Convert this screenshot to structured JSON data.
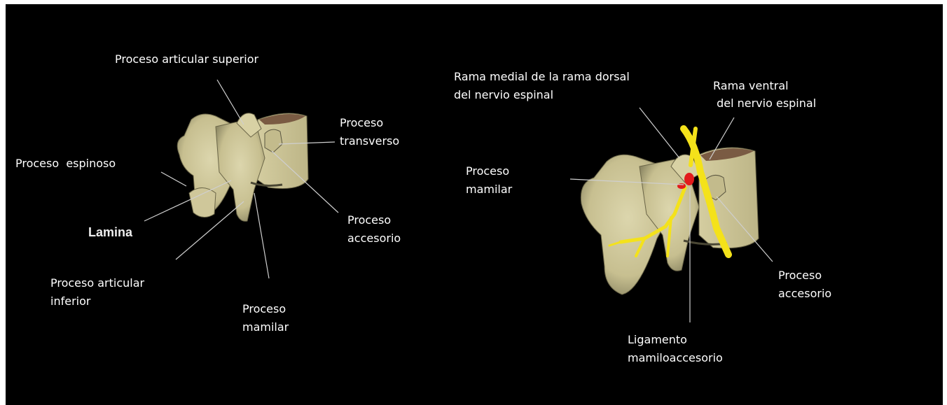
{
  "colors": {
    "background": "#000000",
    "bone": "#cfc79a",
    "bone_shade": "#8f8a66",
    "nerve": "#f4e21a",
    "ligament": "#e21b1b",
    "leader": "#cfcfcf",
    "label_text": "#ffffff"
  },
  "left_view": {
    "labels": {
      "sup_art": "Proceso articular superior",
      "transverse": "Proceso\ntransverso",
      "spinous": "Proceso  espinoso",
      "lamina": "Lamina",
      "accessory": "Proceso\naccesorio",
      "inf_art": "Proceso articular\ninferior",
      "mamillary": "Proceso\nmamilar"
    }
  },
  "right_view": {
    "labels": {
      "medial_branch": "Rama medial de la rama dorsal\ndel nervio espinal",
      "ventral_branch": "Rama ventral\n del nervio espinal",
      "mamillary": "Proceso\nmamilar",
      "accessory": "Proceso\naccesorio",
      "ligament": "Ligamento\nmamiloaccesorio"
    }
  }
}
